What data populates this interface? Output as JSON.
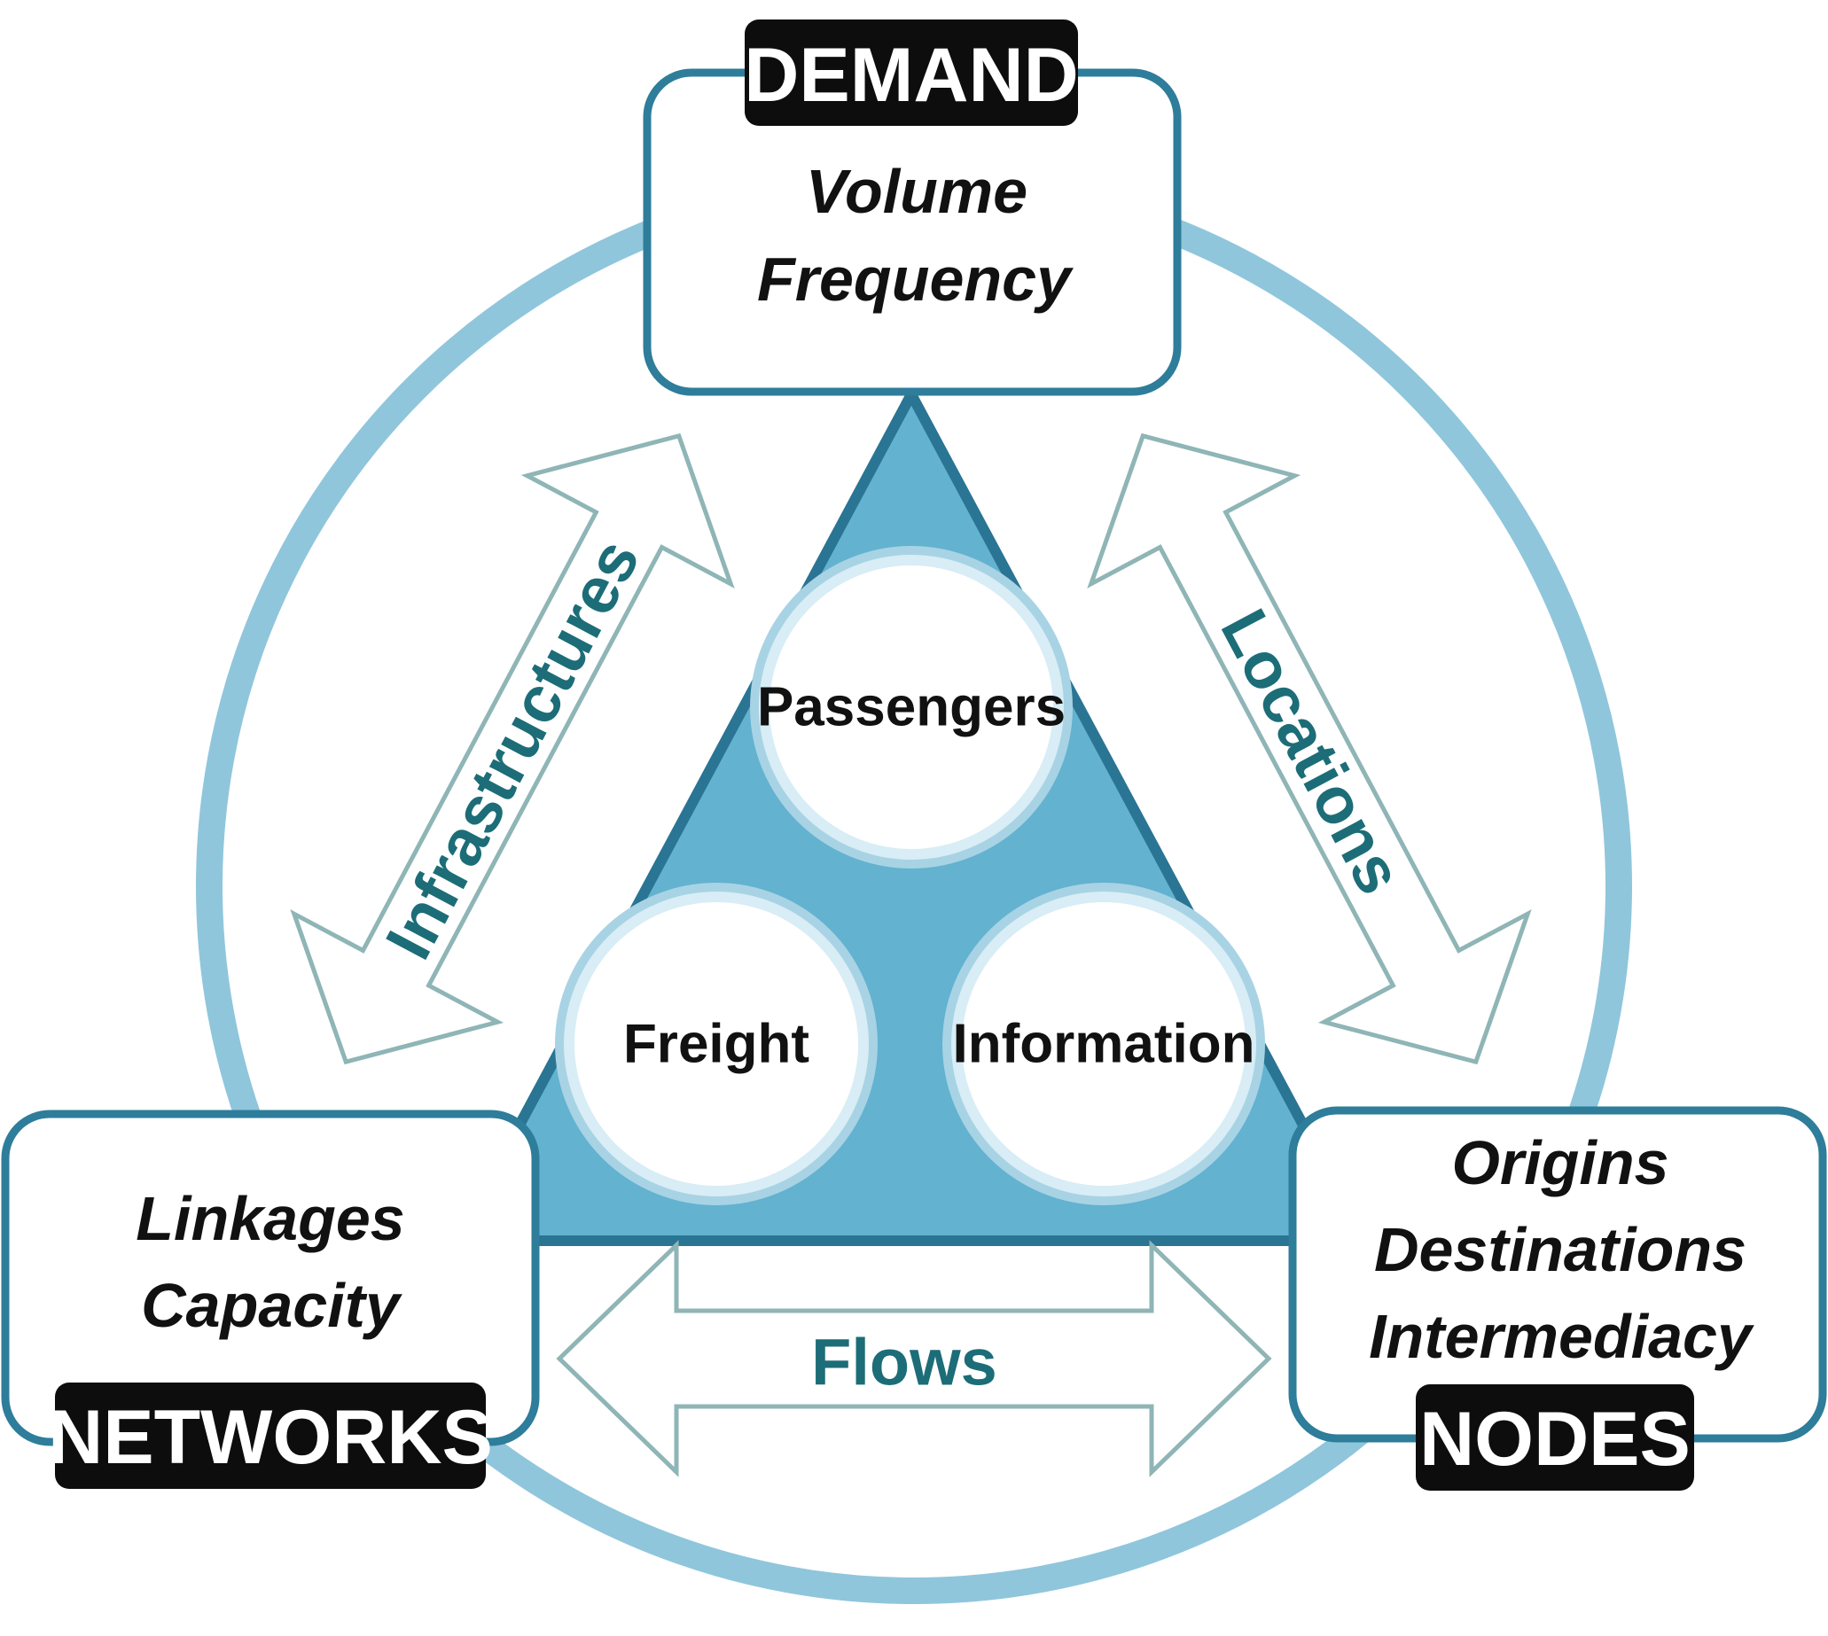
{
  "colors": {
    "ring": "#8fc6dc",
    "box_border": "#2e7d9a",
    "triangle_fill": "#62b2d0",
    "triangle_border": "#2a7494",
    "arrow_outline": "#8fb5b6",
    "arrow_text": "#1c6d77",
    "badge_bg": "#0d0d0d",
    "badge_text": "#ffffff"
  },
  "demand": {
    "badge": "DEMAND",
    "lines": [
      "Volume",
      "Frequency"
    ]
  },
  "networks": {
    "badge": "NETWORKS",
    "lines": [
      "Linkages",
      "Capacity"
    ]
  },
  "nodes": {
    "badge": "NODES",
    "lines": [
      "Origins",
      "Destinations",
      "Intermediacy"
    ]
  },
  "center": {
    "items": [
      "Passengers",
      "Freight",
      "Information"
    ]
  },
  "arrows": {
    "left": "Infrastructures",
    "right": "Locations",
    "bottom": "Flows"
  }
}
